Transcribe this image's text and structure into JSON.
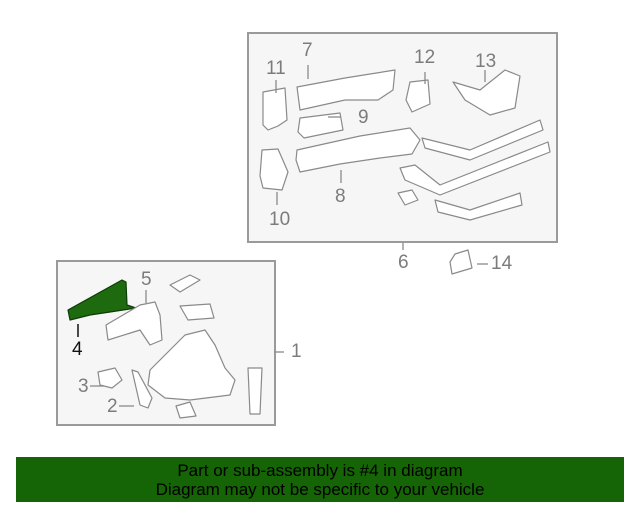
{
  "diagram": {
    "assembly_boxes": [
      {
        "id": "box-6",
        "callout": "6"
      },
      {
        "id": "box-1",
        "callout": "1"
      }
    ],
    "callouts": {
      "c1": "1",
      "c2": "2",
      "c3": "3",
      "c4": "4",
      "c5": "5",
      "c6": "6",
      "c7": "7",
      "c8": "8",
      "c9": "9",
      "c10": "10",
      "c11": "11",
      "c12": "12",
      "c13": "13",
      "c14": "14"
    },
    "highlighted_part": "4",
    "colors": {
      "highlight": "#1e6b0f",
      "banner": "#156405",
      "line": "#8a8a8a",
      "box_fill": "#f6f6f6"
    }
  },
  "banner": {
    "line1": "Part or sub-assembly is #4 in diagram",
    "line2": "Diagram may not be specific to your vehicle"
  }
}
